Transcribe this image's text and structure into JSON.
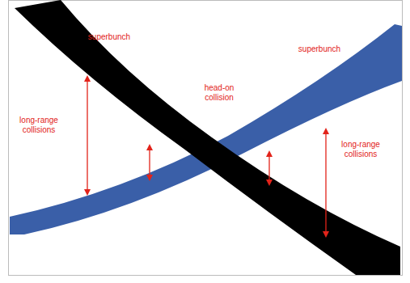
{
  "diagram": {
    "labels": [
      "superbunch",
      "superbunch",
      "head-on collision",
      "long-range collisions",
      "long-range collisions"
    ]
  }
}
